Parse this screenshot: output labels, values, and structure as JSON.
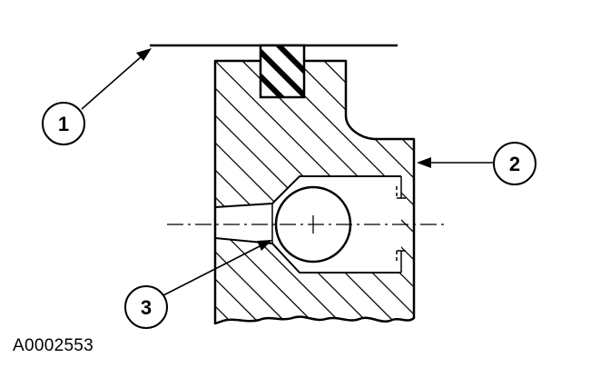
{
  "figure": {
    "id_label": "A0002553"
  },
  "callouts": [
    {
      "number": "1"
    },
    {
      "number": "2"
    },
    {
      "number": "3"
    }
  ],
  "colors": {
    "line": "#000000",
    "background": "#ffffff"
  }
}
